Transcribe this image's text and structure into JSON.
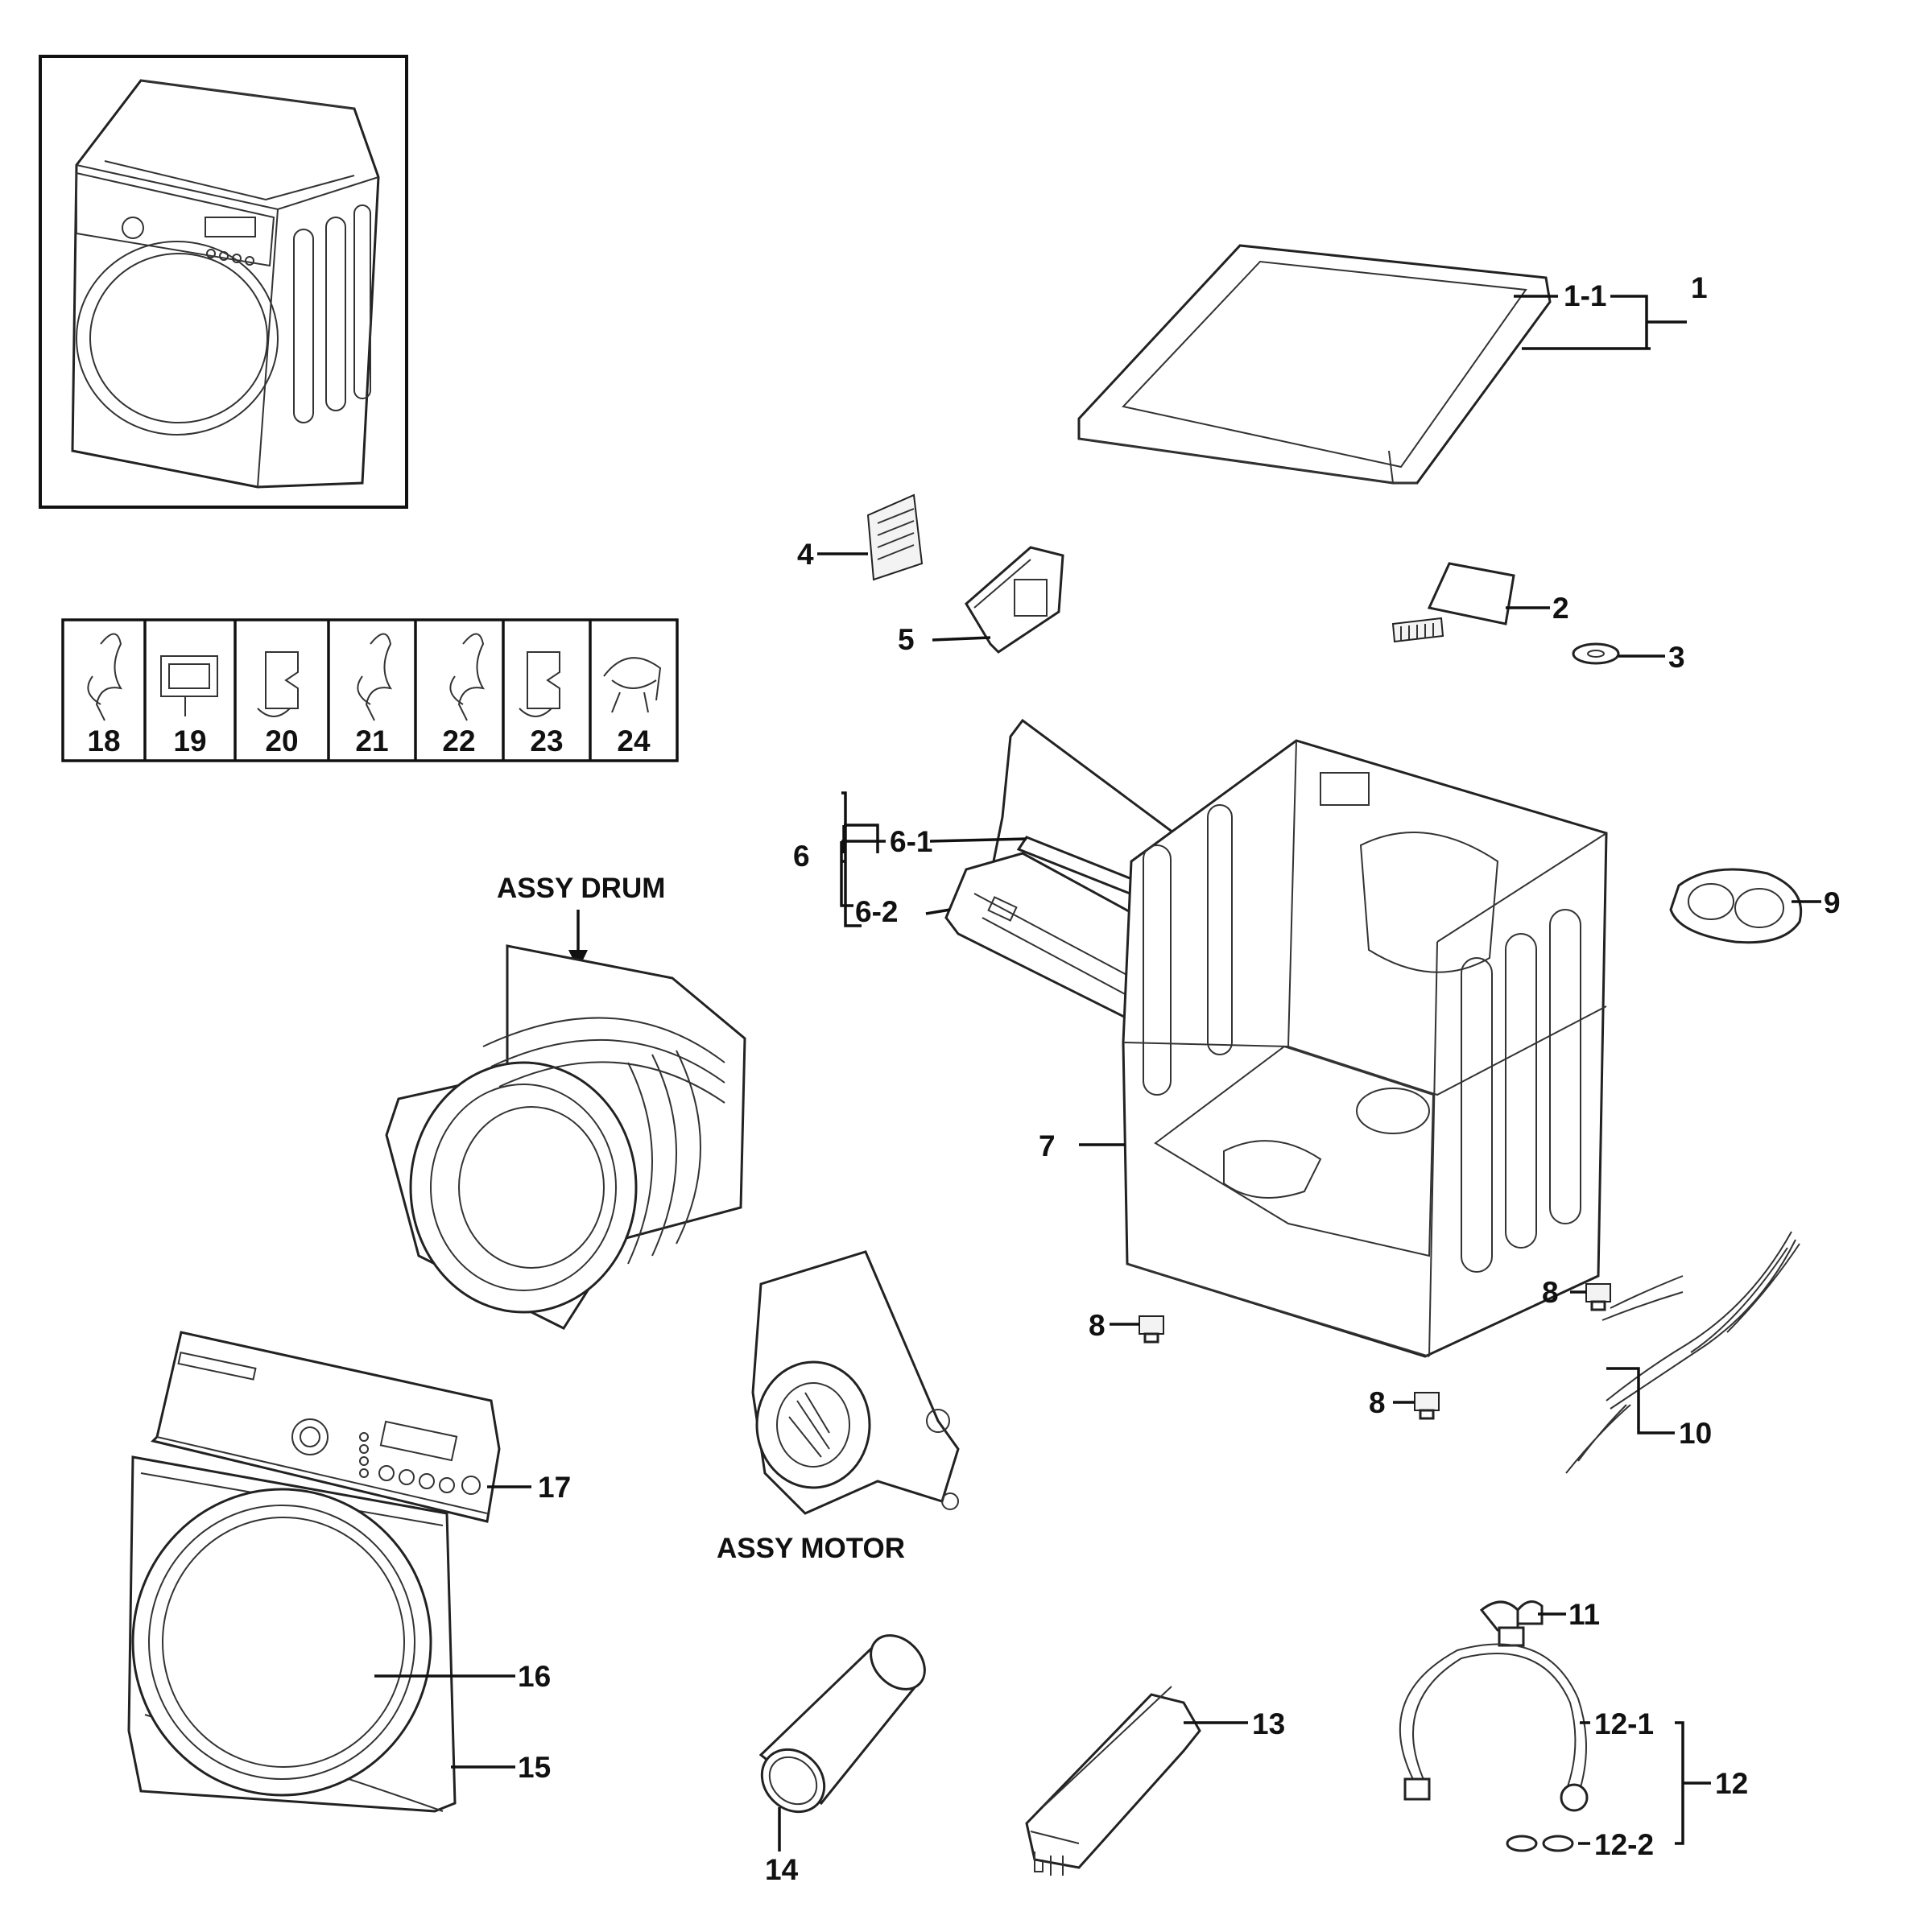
{
  "labels": {
    "p1": "1",
    "p1_1": "1-1",
    "p2": "2",
    "p3": "3",
    "p4": "4",
    "p5": "5",
    "p6": "6",
    "p6_1": "6-1",
    "p6_2": "6-2",
    "p7": "7",
    "p8a": "8",
    "p8b": "8",
    "p8c": "8",
    "p9": "9",
    "p10": "10",
    "p11": "11",
    "p12": "12",
    "p12_1": "12-1",
    "p12_2": "12-2",
    "p13": "13",
    "p14": "14",
    "p15": "15",
    "p16": "16",
    "p17": "17",
    "assy_drum": "ASSY DRUM",
    "assy_motor": "ASSY MOTOR"
  },
  "clip_table": [
    "18",
    "19",
    "20",
    "21",
    "22",
    "23",
    "24"
  ]
}
